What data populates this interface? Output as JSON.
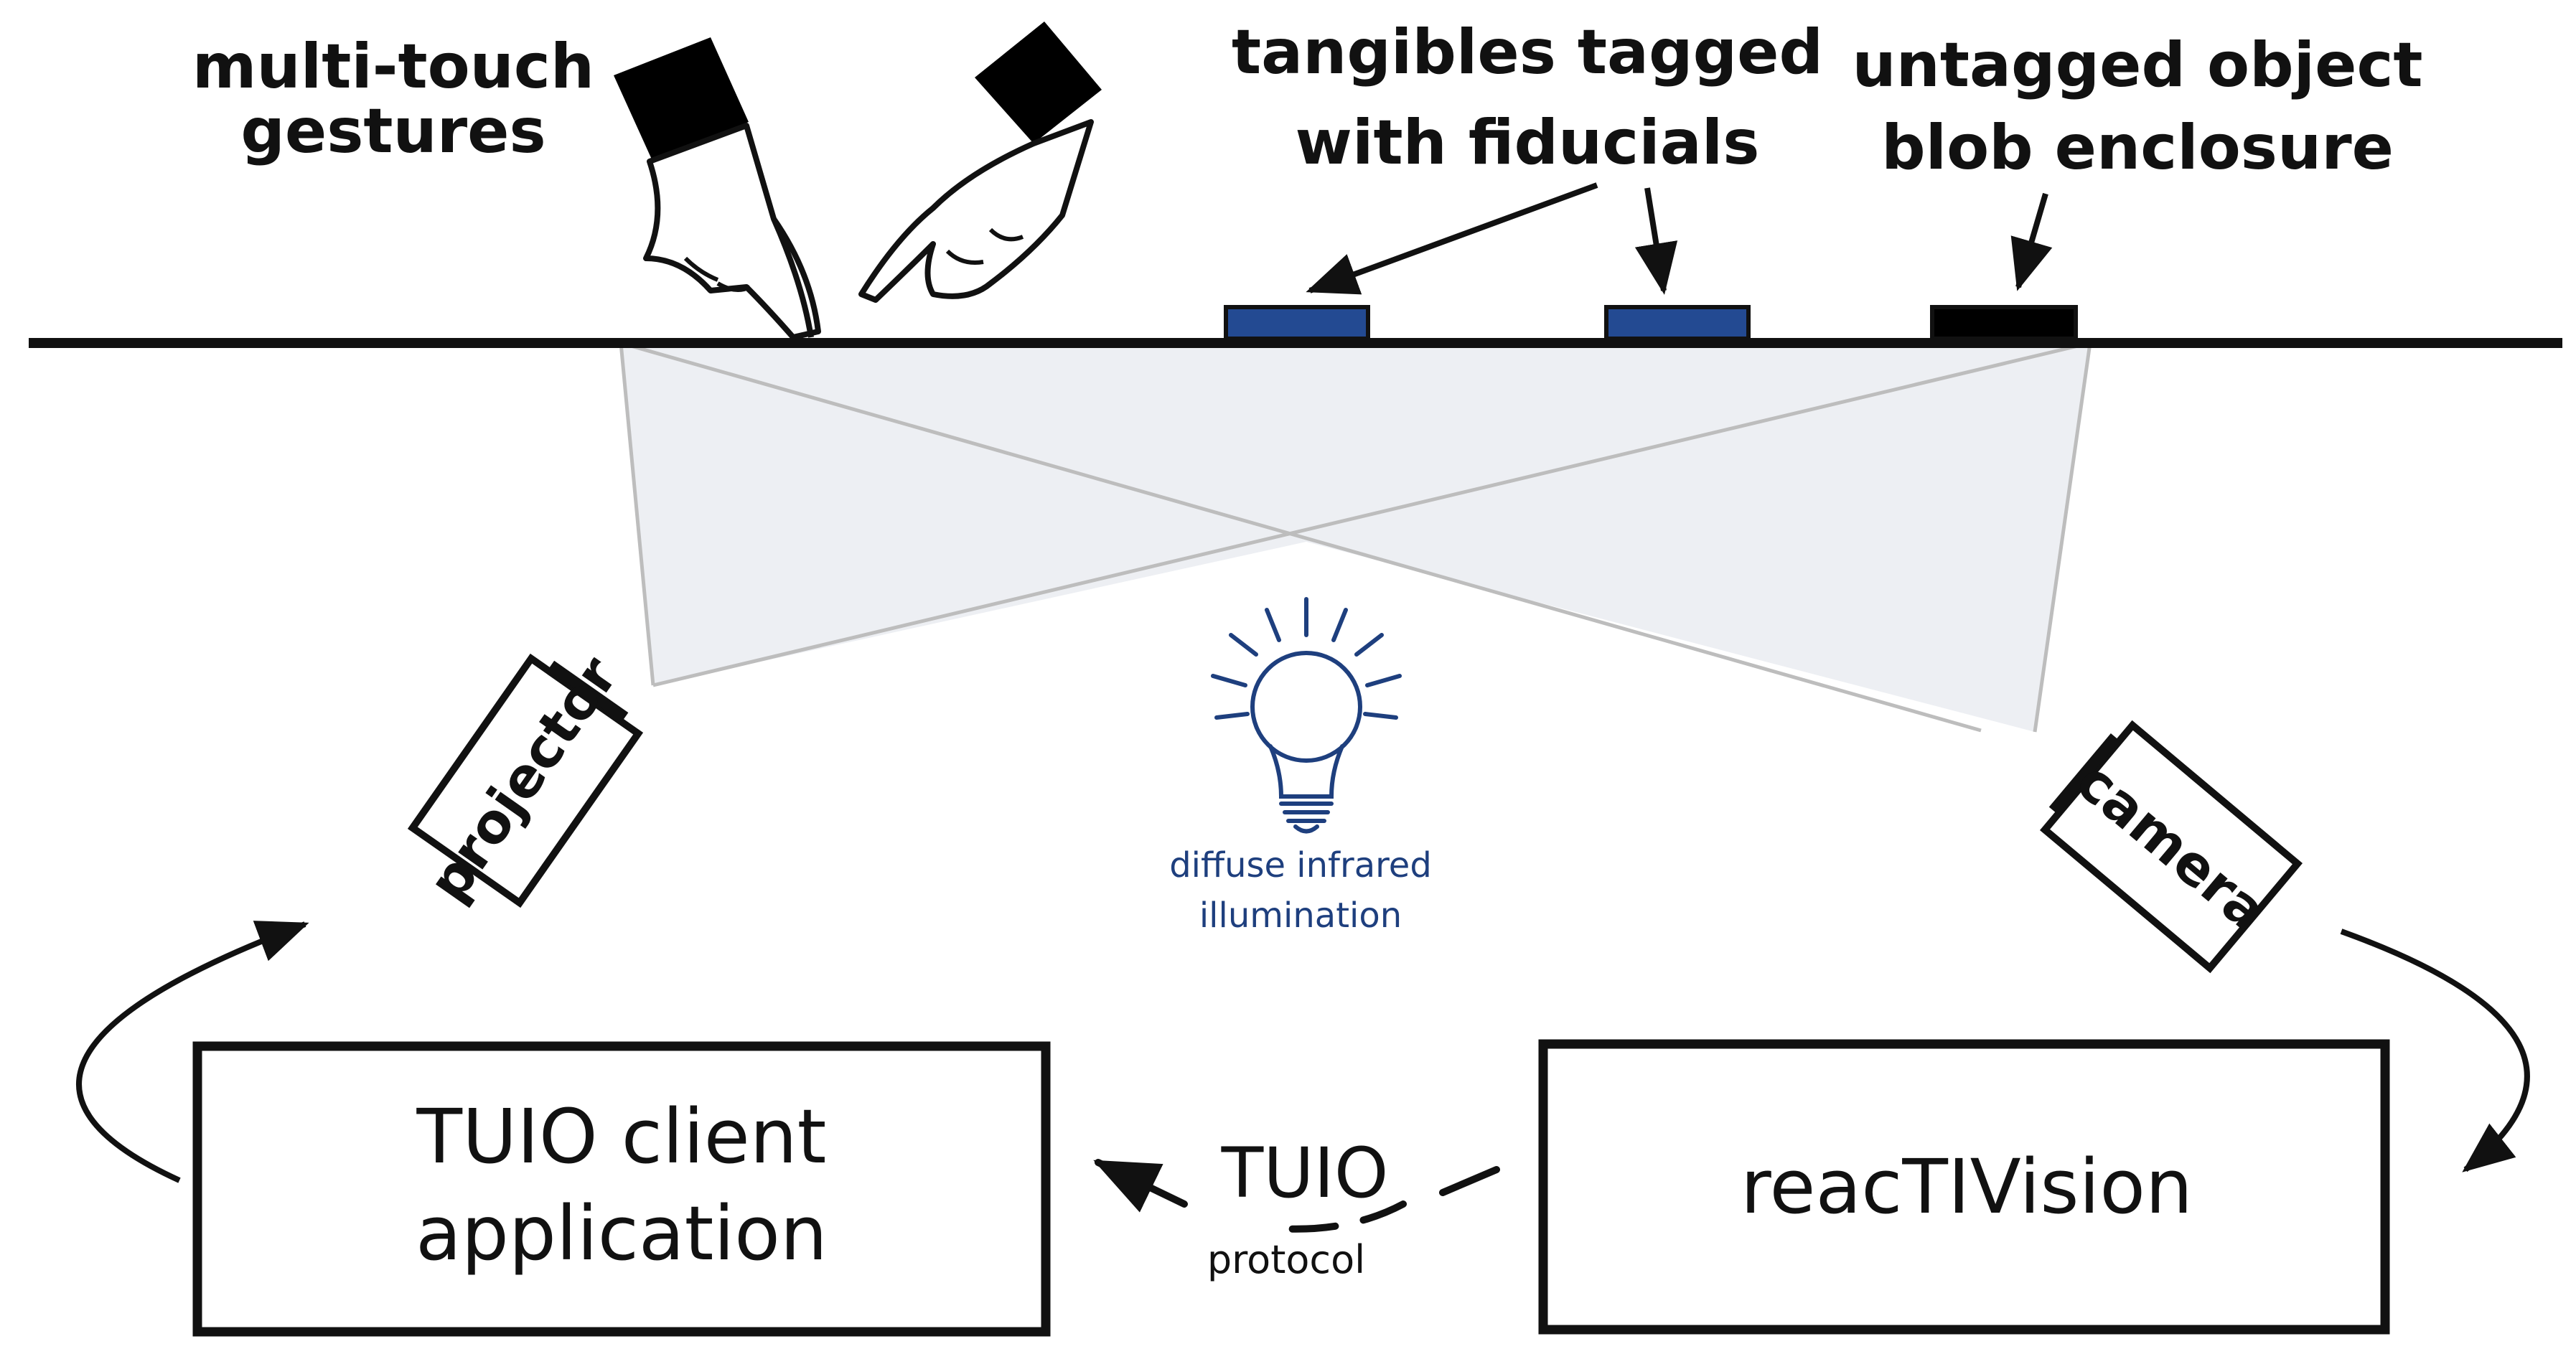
{
  "labels": {
    "gestures_line1": "multi-touch",
    "gestures_line2": "gestures",
    "tangibles_line1": "tangibles tagged",
    "tangibles_line2": "with fiducials",
    "untagged_line1": "untagged object",
    "untagged_line2": "blob enclosure",
    "illumination_line1": "diffuse infrared",
    "illumination_line2": "illumination",
    "projector": "projector",
    "camera": "camera",
    "client_line1": "TUIO client",
    "client_line2": "application",
    "reactivision": "reacTIVision",
    "protocol_name": "TUIO",
    "protocol_sub": "protocol"
  },
  "colors": {
    "fiducial_tag": "#234a92",
    "untagged_object": "#000000",
    "lightbulb": "#1e3f7e",
    "projection_area": "#edeff3",
    "beam_lines": "#bdbdbd",
    "ink": "#111111"
  },
  "icons": {
    "hand_left": "pointing-hand-icon",
    "hand_right": "pointing-hand-icon",
    "bulb": "lightbulb-icon"
  }
}
